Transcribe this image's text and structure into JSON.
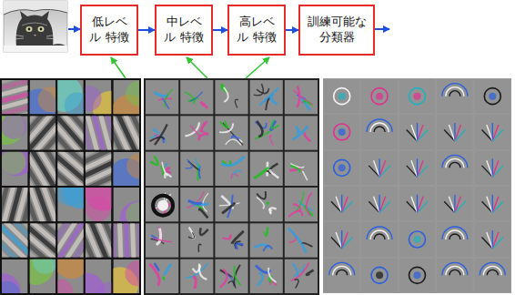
{
  "diagram": {
    "nodes": [
      {
        "text": [
          "低レベル 特徴"
        ]
      },
      {
        "text": [
          "中レベル 特徴"
        ]
      },
      {
        "text": [
          "高レベル 特徴"
        ]
      },
      {
        "text": [
          "訓練可能な 分類器"
        ]
      }
    ],
    "edges": [
      {
        "from": 0,
        "to": 1,
        "arrow": "to"
      },
      {
        "from": 1,
        "to": 2,
        "arrow": "to"
      },
      {
        "from": 2,
        "to": 3,
        "arrow": "to"
      }
    ]
  }
}
